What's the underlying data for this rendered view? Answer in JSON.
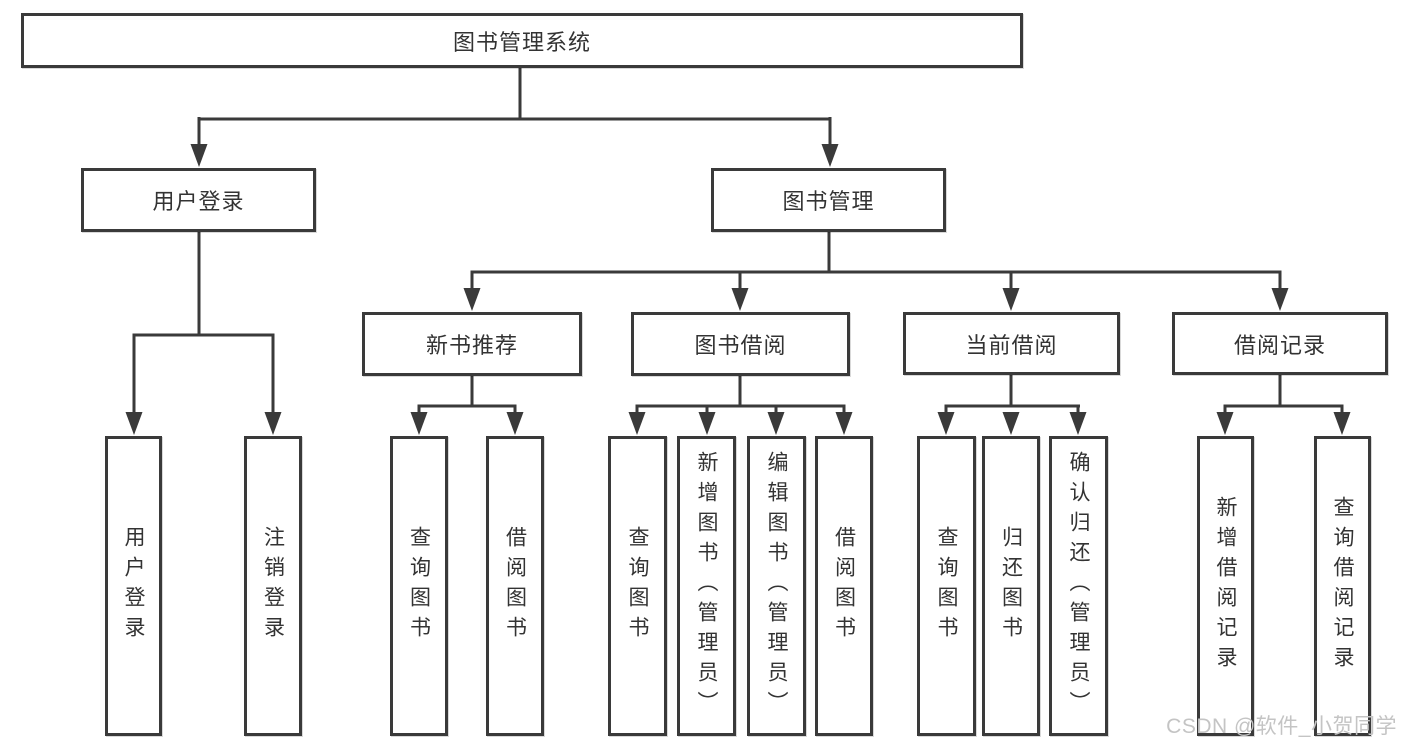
{
  "diagram": {
    "type": "hierarchy-flowchart",
    "tree": {
      "root": {
        "label": "图书管理系统"
      },
      "branches": [
        {
          "label": "用户登录",
          "children": [
            {
              "label": "用户登录"
            },
            {
              "label": "注销登录"
            }
          ]
        },
        {
          "label": "图书管理",
          "children": [
            {
              "label": "新书推荐",
              "children": [
                {
                  "label": "查询图书"
                },
                {
                  "label": "借阅图书"
                }
              ]
            },
            {
              "label": "图书借阅",
              "children": [
                {
                  "label": "查询图书"
                },
                {
                  "label": "新增图书（管理员）"
                },
                {
                  "label": "编辑图书（管理员）"
                },
                {
                  "label": "借阅图书"
                }
              ]
            },
            {
              "label": "当前借阅",
              "children": [
                {
                  "label": "查询图书"
                },
                {
                  "label": "归还图书"
                },
                {
                  "label": "确认归还（管理员）"
                }
              ]
            },
            {
              "label": "借阅记录",
              "children": [
                {
                  "label": "新增借阅记录"
                },
                {
                  "label": "查询借阅记录"
                }
              ]
            }
          ]
        }
      ]
    },
    "colors": {
      "line": "#3a3a3a",
      "text": "#333333",
      "background": "#ffffff",
      "watermark_color": "#c4c4c4"
    }
  },
  "watermark": {
    "text": "CSDN @软件_小贺同学"
  }
}
